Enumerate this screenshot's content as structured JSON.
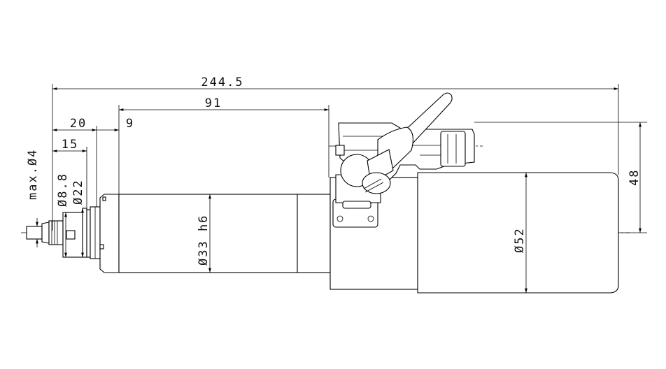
{
  "drawing": {
    "dimensions": {
      "overall_length": "244.5",
      "length_91": "91",
      "length_20": "20",
      "length_9": "9",
      "length_15": "15",
      "collet_max": "max.Ø4",
      "dia_8_8": "Ø8.8",
      "dia_22": "Ø22",
      "dia_33": "Ø33 h6",
      "dia_52": "Ø52",
      "height_48": "48"
    }
  }
}
